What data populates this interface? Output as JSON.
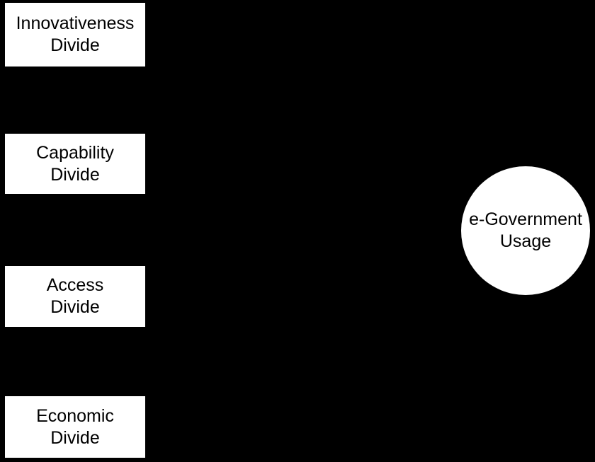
{
  "figure": {
    "type": "diagram",
    "background_color": "#000000",
    "node_fill_color": "#ffffff",
    "node_text_color": "#000000",
    "connector_color": "#000000",
    "nodes": {
      "innovativeness_divide": {
        "line1": "Innovativeness",
        "line2": "Divide",
        "shape": "rectangle"
      },
      "capability_divide": {
        "line1": "Capability",
        "line2": "Divide",
        "shape": "rectangle"
      },
      "access_divide": {
        "line1": "Access",
        "line2": "Divide",
        "shape": "rectangle"
      },
      "economic_divide": {
        "line1": "Economic",
        "line2": "Divide",
        "shape": "rectangle"
      },
      "egovernment_usage": {
        "line1": "e-Government",
        "line2": "Usage",
        "shape": "circle"
      }
    },
    "connections": [
      {
        "from": "Innovativeness Divide",
        "to": "e-Government Usage"
      },
      {
        "from": "Capability Divide",
        "to": "e-Government Usage"
      },
      {
        "from": "Access Divide",
        "to": "e-Government Usage"
      },
      {
        "from": "Economic Divide",
        "to": "e-Government Usage"
      }
    ]
  }
}
